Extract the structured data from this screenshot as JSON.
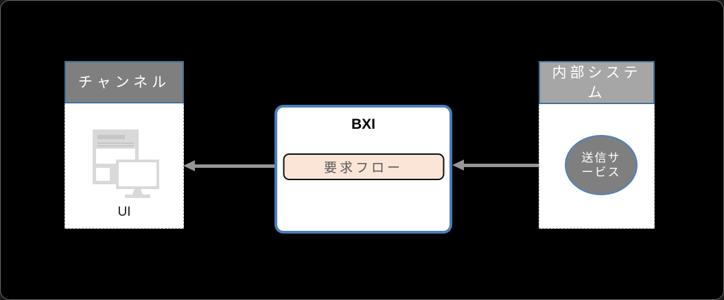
{
  "colors": {
    "slide-bg": "#000000",
    "frame-border": "#6e6e6e",
    "box-bg": "#ffffff",
    "header-border": "#41719c",
    "header-gray-dark": "#7f7f7f",
    "header-gray-light": "#a6a6a6",
    "dash-border": "#a6a6a6",
    "bxi-border": "#4a7fba",
    "flow-fill": "#fbe5d6",
    "flow-border": "#0d0d0d",
    "flow-text": "#595959",
    "arrow-gray": "#969696",
    "icon-gray": "#d9d9d9",
    "icon-gray-dark": "#c6c6c6",
    "circle-gray": "#7f7f7f",
    "circle-border": "#4f81bd",
    "text-white": "#ffffff",
    "text-dark": "#1a1a1a"
  },
  "channel_box": {
    "title": "チャンネル",
    "device_label": "UI",
    "icon": "ui-devices-icon"
  },
  "bxi_box": {
    "title": "BXI",
    "flow_label": "要求フロー"
  },
  "internal_system_box": {
    "title": "内部システム",
    "service_label": "送信サービス"
  },
  "arrows": [
    {
      "from": "BXI",
      "to": "チャンネル",
      "direction": "left"
    },
    {
      "from": "内部システム",
      "to": "BXI",
      "direction": "left"
    }
  ]
}
